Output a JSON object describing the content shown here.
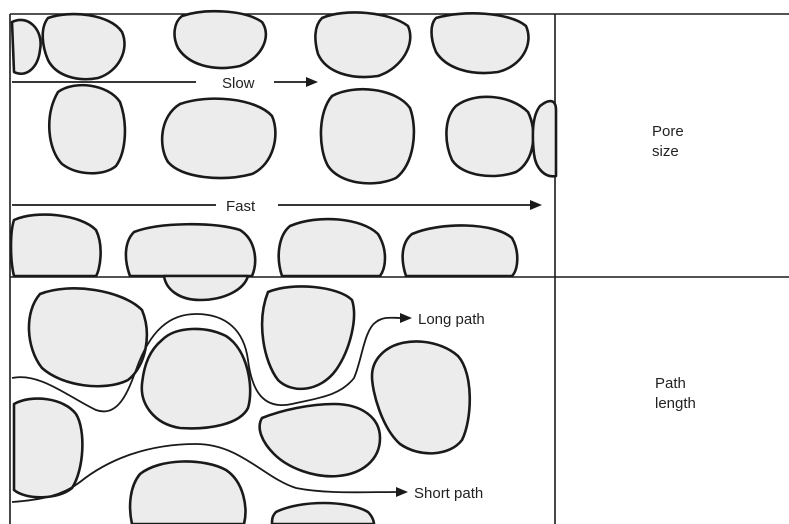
{
  "figure": {
    "pore_size_panel": {
      "slow_label": "Slow",
      "fast_label": "Fast",
      "side_label_line1": "Pore",
      "side_label_line2": "size"
    },
    "path_length_panel": {
      "long_path_label": "Long path",
      "short_path_label": "Short path",
      "side_label_line1": "Path",
      "side_label_line2": "length"
    }
  }
}
